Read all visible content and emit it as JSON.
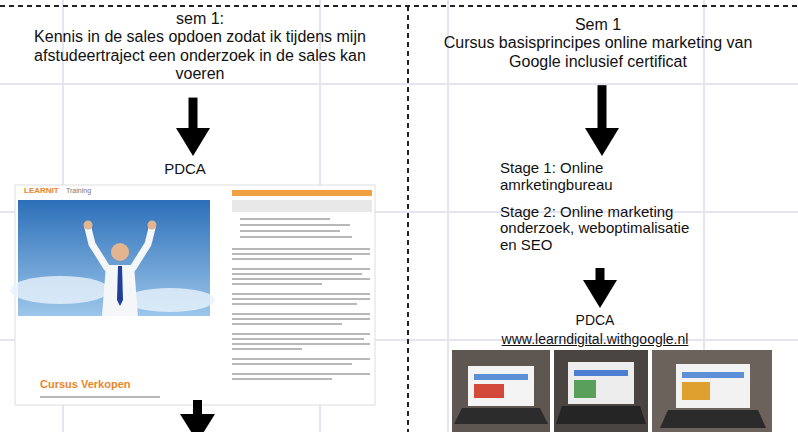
{
  "diagram": {
    "nodes": [
      {
        "text": [
          "sem 1:",
          "Kennis in de sales opdoen zodat ik tijdens mijn afstudeertraject een onderzoek in de sales kan voeren"
        ]
      },
      {
        "text": [
          "PDCA"
        ]
      },
      {
        "text": [
          "Sem 1",
          "Cursus basisprincipes online marketing van Google inclusief certificat"
        ]
      },
      {
        "text": [
          "Stage 1: Online amrketingbureau",
          "Stage 2: Online marketing onderzoek, weboptimalisatie en SEO"
        ]
      },
      {
        "text": [
          "PDCA",
          "www.learndigital.withgoogle.nl"
        ]
      }
    ],
    "edges": [
      {
        "from": 0,
        "to": 1,
        "arrow": "to"
      },
      {
        "from": 2,
        "to": 3,
        "arrow": "to"
      },
      {
        "from": 3,
        "to": 4,
        "arrow": "to"
      }
    ],
    "labels": [
      "LEARNIT",
      "Training",
      "Cursus Verkopen"
    ]
  }
}
